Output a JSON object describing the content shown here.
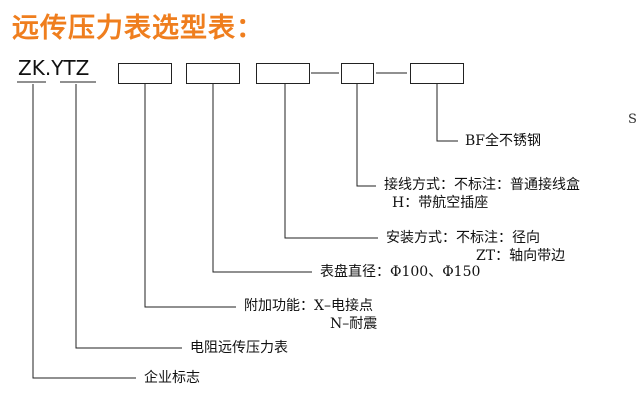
{
  "title": "远传压力表选型表：",
  "model": {
    "prefix": "ZK",
    "dot": ".",
    "series": "YTZ"
  },
  "options": [
    {
      "line1": "BF全不锈钢",
      "line2": ""
    },
    {
      "line1": "接线方式：不标注：普通接线盒",
      "line2": "H：带航空插座"
    },
    {
      "line1": "安装方式：不标注：径向",
      "line2": "ZT：轴向带边"
    },
    {
      "line1": "表盘直径：Φ100、Φ150",
      "line2": ""
    },
    {
      "line1": "附加功能：X–电接点",
      "line2": "N–耐震"
    },
    {
      "line1": "电阻远传压力表",
      "line2": ""
    },
    {
      "line1": "企业标志",
      "line2": ""
    }
  ],
  "stray_char": "S"
}
